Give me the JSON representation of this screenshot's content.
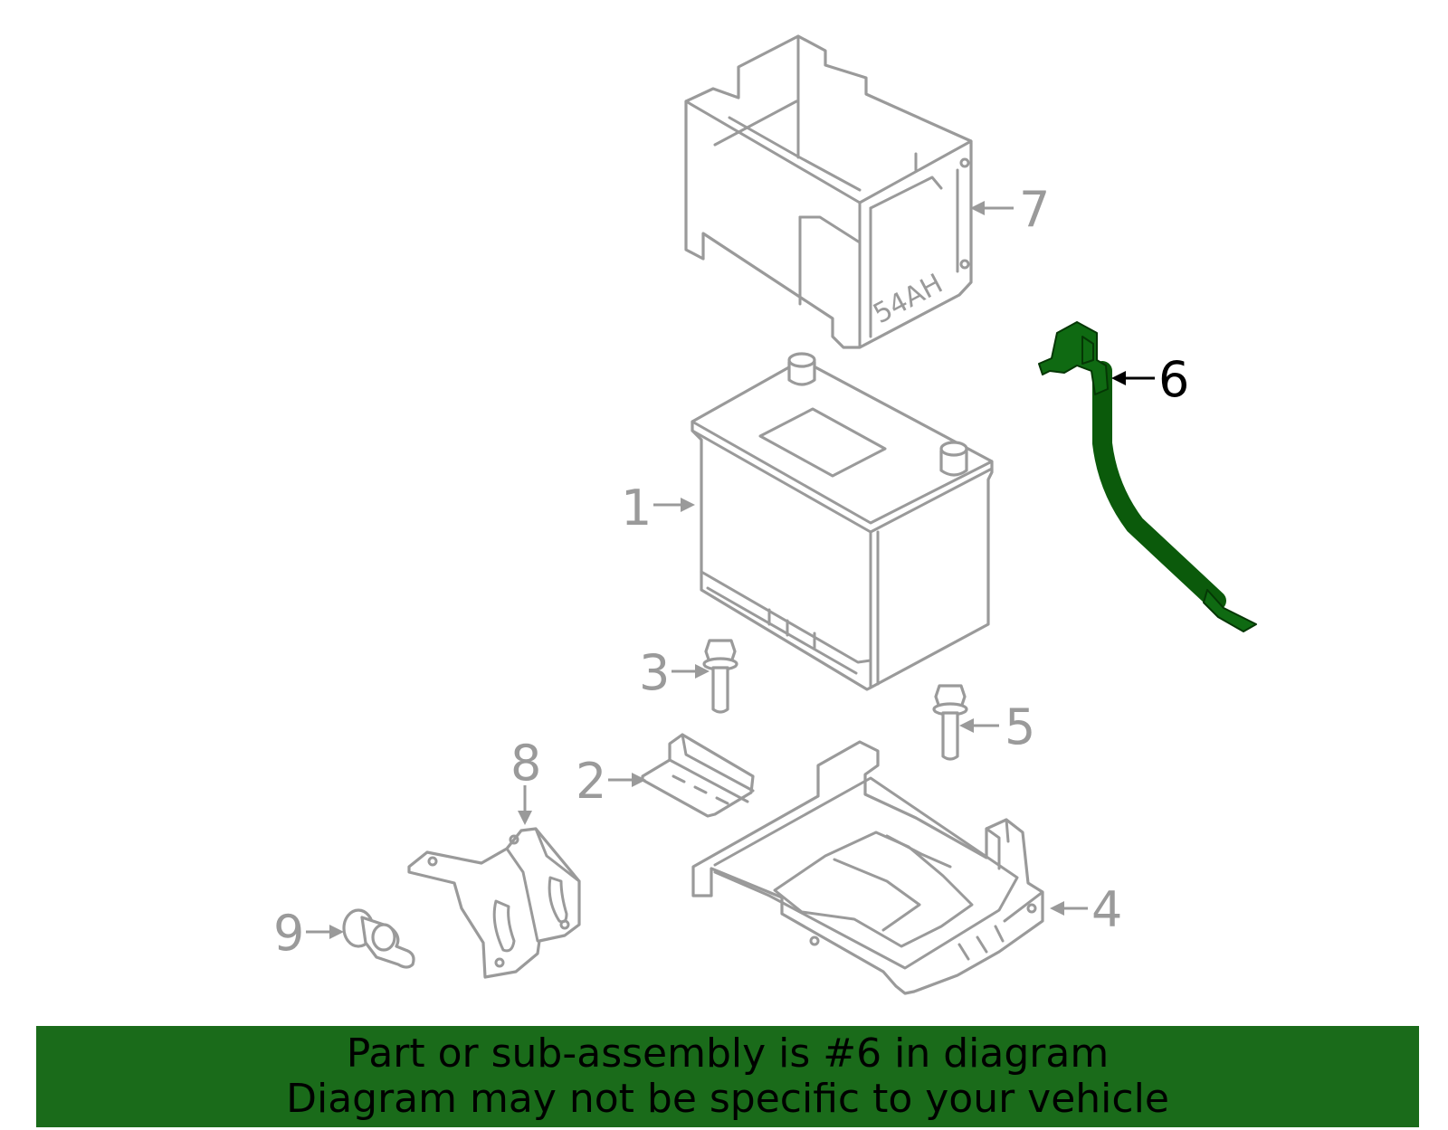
{
  "callouts": {
    "c1": "1",
    "c2": "2",
    "c3": "3",
    "c4": "4",
    "c5": "5",
    "c6": "6",
    "c7": "7",
    "c8": "8",
    "c9": "9"
  },
  "tray_label": "54AH",
  "highlighted_part": "6",
  "colors": {
    "highlight_part": "#0f6a12",
    "banner_background": "#1a6b1a",
    "line_art": "#9a9a9a",
    "highlight_callout": "#000000"
  },
  "banner": {
    "line1": "Part or sub-assembly is #6 in diagram",
    "line2": "Diagram may not be specific to your vehicle"
  }
}
